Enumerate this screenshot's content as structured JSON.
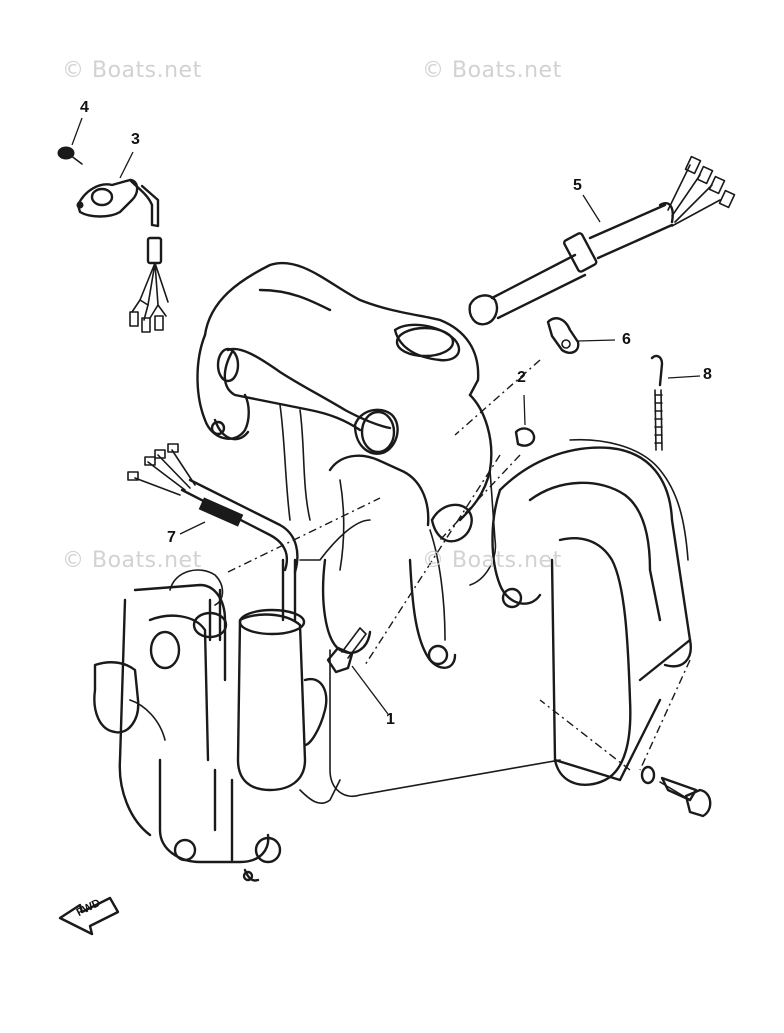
{
  "watermarks": [
    "© Boats.net",
    "© Boats.net",
    "© Boats.net",
    "© Boats.net"
  ],
  "callouts": [
    "1",
    "2",
    "3",
    "4",
    "5",
    "6",
    "7",
    "8"
  ],
  "fwd_label": "FWD"
}
